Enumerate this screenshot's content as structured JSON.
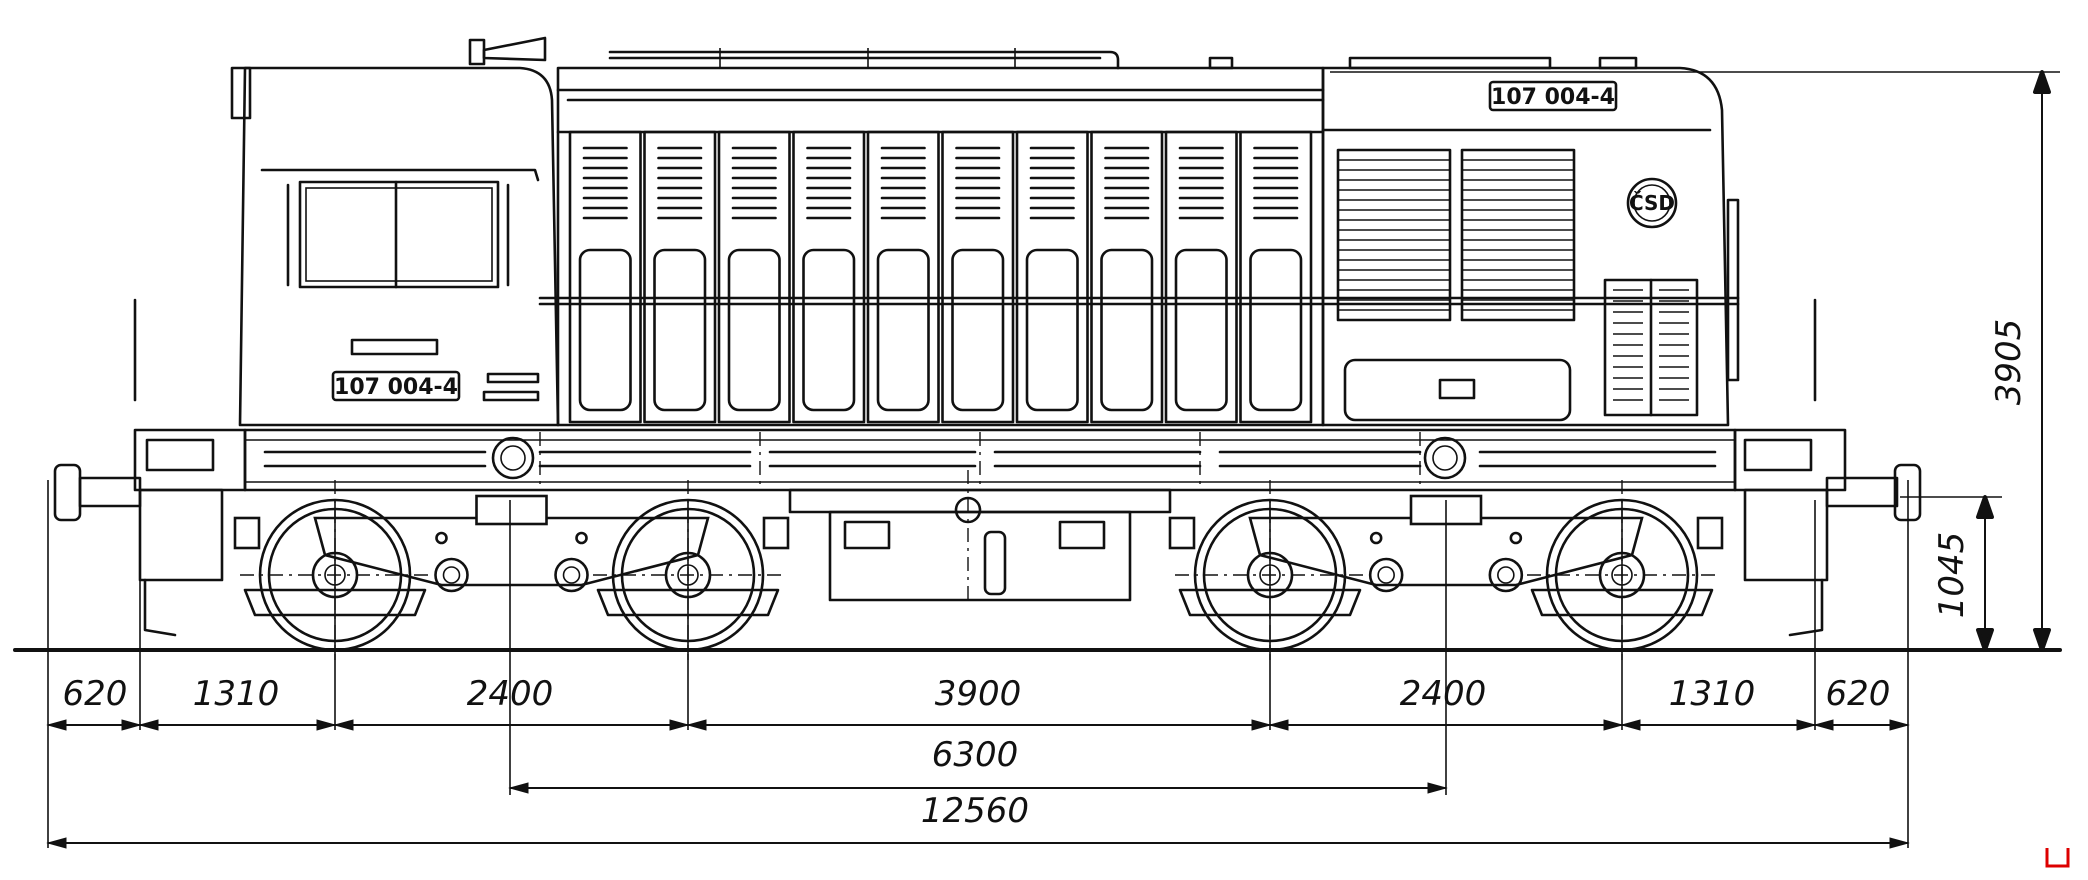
{
  "locomotive": {
    "number_cab": "107 004-4",
    "number_hood": "107 004-4",
    "logo": "ČSD"
  },
  "dimensions": {
    "bottom_row": [
      "620",
      "1310",
      "2400",
      "3900",
      "2400",
      "1310",
      "620"
    ],
    "bogie_centres": "6300",
    "overall_length": "12560",
    "height": "3905",
    "buffer_height": "1045"
  }
}
